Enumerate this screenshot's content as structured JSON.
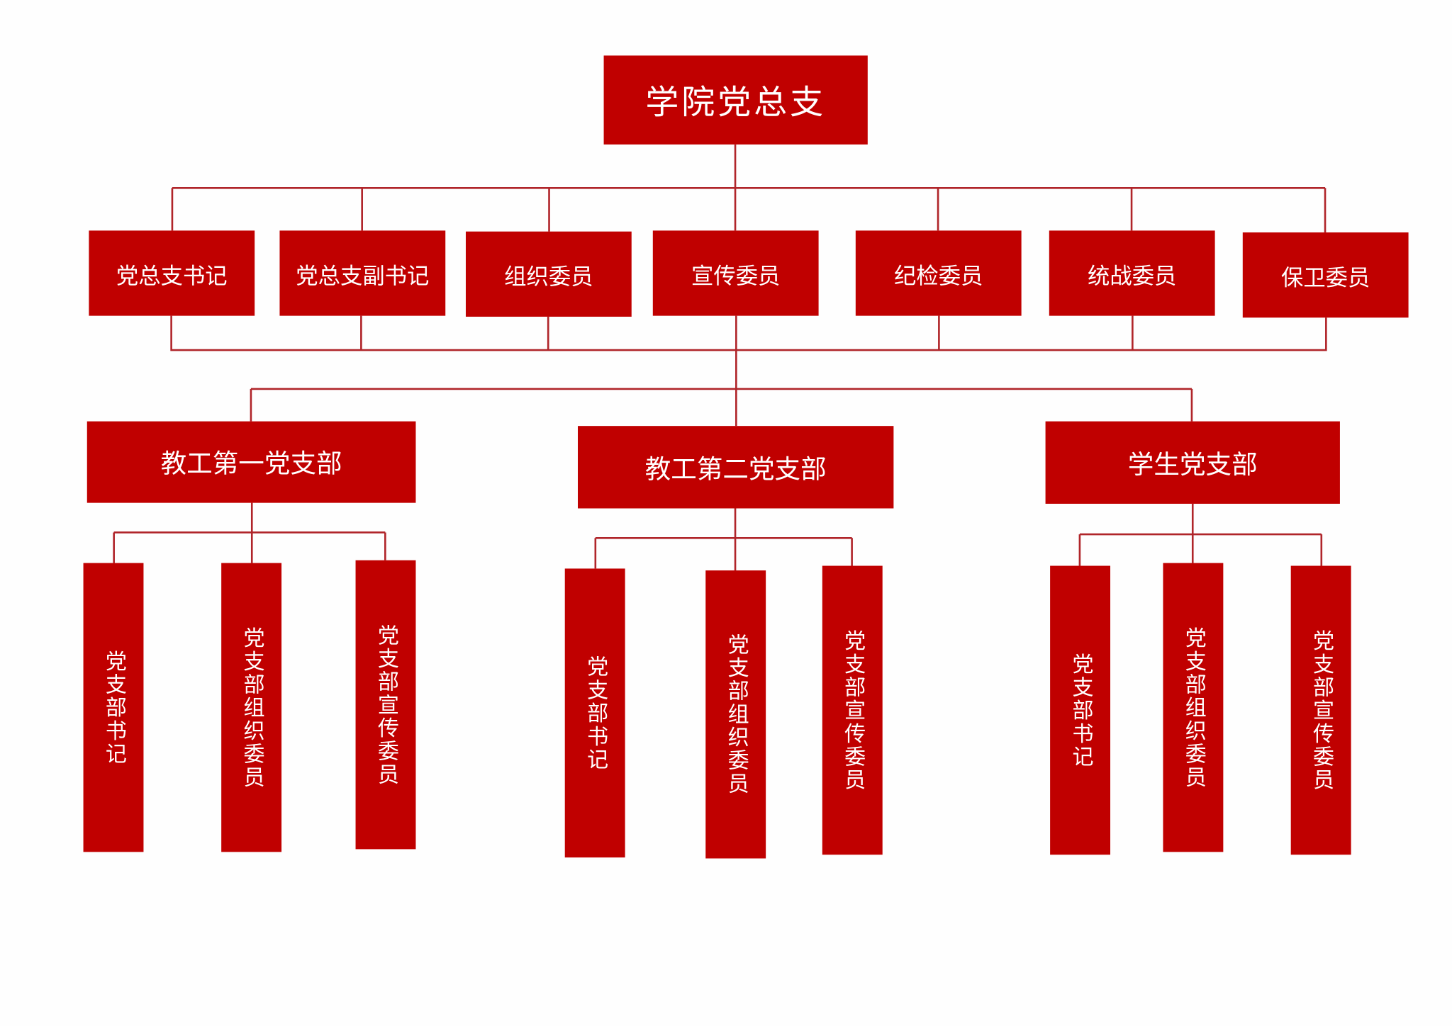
{
  "root": "学院党总支",
  "committee": [
    "党总支书记",
    "党总支副书记",
    "组织委员",
    "宣传委员",
    "纪检委员",
    "统战委员",
    "保卫委员"
  ],
  "branches": [
    {
      "name": "教工第一党支部",
      "roles": [
        "党支部书记",
        "党支部组织委员",
        "党支部宣传委员"
      ]
    },
    {
      "name": "教工第二党支部",
      "roles": [
        "党支部书记",
        "党支部组织委员",
        "党支部宣传委员"
      ]
    },
    {
      "name": "学生党支部",
      "roles": [
        "党支部书记",
        "党支部组织委员",
        "党支部宣传委员"
      ]
    }
  ],
  "colors": {
    "box": "#c00000",
    "line": "#b0252a",
    "text": "#ffffff"
  }
}
